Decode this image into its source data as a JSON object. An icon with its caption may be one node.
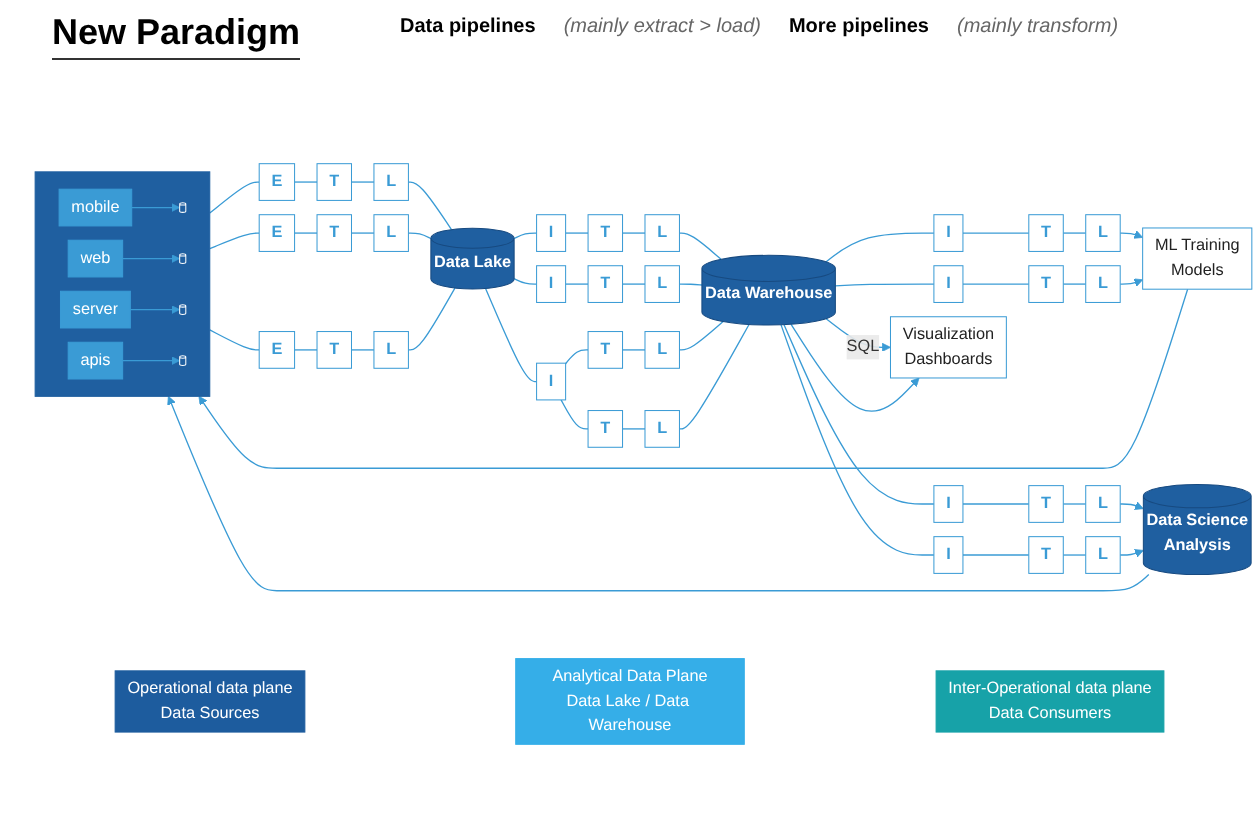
{
  "diagram": {
    "title": "New Paradigm",
    "nodes": [
      {
        "text": [],
        "shape": "box"
      },
      {
        "text": [
          "mobile"
        ],
        "in": 0
      },
      {
        "text": [],
        "shape": "cylinder",
        "in": 0
      },
      {
        "text": [
          "web"
        ],
        "in": 0
      },
      {
        "text": [],
        "shape": "cylinder",
        "in": 0
      },
      {
        "text": [
          "server"
        ],
        "in": 0
      },
      {
        "text": [],
        "shape": "cylinder",
        "in": 0
      },
      {
        "text": [
          "apis"
        ],
        "in": 0
      },
      {
        "text": [],
        "shape": "cylinder",
        "in": 0
      },
      {
        "text": [
          "E"
        ]
      },
      {
        "text": [
          "T"
        ]
      },
      {
        "text": [
          "L"
        ]
      },
      {
        "text": [
          "E"
        ]
      },
      {
        "text": [
          "T"
        ]
      },
      {
        "text": [
          "L"
        ]
      },
      {
        "text": [
          "E"
        ]
      },
      {
        "text": [
          "T"
        ]
      },
      {
        "text": [
          "L"
        ]
      },
      {
        "text": [
          "Data Lake"
        ]
      },
      {
        "text": [
          "I"
        ]
      },
      {
        "text": [
          "T"
        ]
      },
      {
        "text": [
          "L"
        ]
      },
      {
        "text": [
          "I"
        ]
      },
      {
        "text": [
          "T"
        ]
      },
      {
        "text": [
          "L"
        ]
      },
      {
        "text": [
          "I"
        ]
      },
      {
        "text": [
          "T"
        ]
      },
      {
        "text": [
          "L"
        ]
      },
      {
        "text": [
          "T"
        ]
      },
      {
        "text": [
          "L"
        ]
      },
      {
        "text": [
          "Data Warehouse"
        ]
      },
      {
        "text": [
          "I"
        ]
      },
      {
        "text": [
          "T"
        ]
      },
      {
        "text": [
          "L"
        ]
      },
      {
        "text": [
          "I"
        ]
      },
      {
        "text": [
          "T"
        ]
      },
      {
        "text": [
          "L"
        ]
      },
      {
        "text": [
          "ML Training",
          "Models"
        ]
      },
      {
        "text": [
          "Visualization",
          "Dashboards"
        ]
      },
      {
        "text": [
          "I"
        ]
      },
      {
        "text": [
          "T"
        ]
      },
      {
        "text": [
          "L"
        ]
      },
      {
        "text": [
          "I"
        ]
      },
      {
        "text": [
          "T"
        ]
      },
      {
        "text": [
          "L"
        ]
      },
      {
        "text": [
          "Data Science",
          "Analysis"
        ]
      },
      {
        "text": [
          "Operational data plane",
          "Data Sources"
        ]
      },
      {
        "text": [
          "Analytical Data Plane",
          "Data Lake / Data Warehouse"
        ]
      },
      {
        "text": [
          "Inter-Operational data plane",
          "Data Consumers"
        ]
      }
    ],
    "edges": [
      {
        "from": 1,
        "to": 2,
        "arrow": "to"
      },
      {
        "from": 3,
        "to": 4,
        "arrow": "to"
      },
      {
        "from": 5,
        "to": 6,
        "arrow": "to"
      },
      {
        "from": 7,
        "to": 8,
        "arrow": "to"
      },
      {
        "from": 0,
        "to": 9,
        "arrow": "none"
      },
      {
        "from": 9,
        "to": 10,
        "arrow": "none"
      },
      {
        "from": 10,
        "to": 11,
        "arrow": "none"
      },
      {
        "from": 11,
        "to": 18,
        "arrow": "none"
      },
      {
        "from": 0,
        "to": 12,
        "arrow": "none"
      },
      {
        "from": 12,
        "to": 13,
        "arrow": "none"
      },
      {
        "from": 13,
        "to": 14,
        "arrow": "none"
      },
      {
        "from": 14,
        "to": 18,
        "arrow": "none"
      },
      {
        "from": 0,
        "to": 15,
        "arrow": "none"
      },
      {
        "from": 15,
        "to": 16,
        "arrow": "none"
      },
      {
        "from": 16,
        "to": 17,
        "arrow": "none"
      },
      {
        "from": 17,
        "to": 18,
        "arrow": "none"
      },
      {
        "from": 18,
        "to": 19,
        "arrow": "none"
      },
      {
        "from": 19,
        "to": 20,
        "arrow": "none"
      },
      {
        "from": 20,
        "to": 21,
        "arrow": "none"
      },
      {
        "from": 21,
        "to": 30,
        "arrow": "none"
      },
      {
        "from": 18,
        "to": 22,
        "arrow": "none"
      },
      {
        "from": 22,
        "to": 23,
        "arrow": "none"
      },
      {
        "from": 23,
        "to": 24,
        "arrow": "none"
      },
      {
        "from": 24,
        "to": 30,
        "arrow": "none"
      },
      {
        "from": 18,
        "to": 25,
        "arrow": "none"
      },
      {
        "from": 25,
        "to": 26,
        "arrow": "none"
      },
      {
        "from": 26,
        "to": 27,
        "arrow": "none"
      },
      {
        "from": 27,
        "to": 30,
        "arrow": "none"
      },
      {
        "from": 25,
        "to": 28,
        "arrow": "none"
      },
      {
        "from": 28,
        "to": 29,
        "arrow": "none"
      },
      {
        "from": 29,
        "to": 30,
        "arrow": "none"
      },
      {
        "from": 30,
        "to": 31,
        "arrow": "none"
      },
      {
        "from": 31,
        "to": 32,
        "arrow": "none"
      },
      {
        "from": 32,
        "to": 33,
        "arrow": "none"
      },
      {
        "from": 33,
        "to": 37,
        "arrow": "to"
      },
      {
        "from": 30,
        "to": 34,
        "arrow": "none"
      },
      {
        "from": 34,
        "to": 35,
        "arrow": "none"
      },
      {
        "from": 35,
        "to": 36,
        "arrow": "none"
      },
      {
        "from": 36,
        "to": 37,
        "arrow": "to"
      },
      {
        "from": 30,
        "to": 38,
        "arrow": "to",
        "label": "SQL"
      },
      {
        "from": 30,
        "to": 38,
        "arrow": "to"
      },
      {
        "from": 30,
        "to": 39,
        "arrow": "none"
      },
      {
        "from": 39,
        "to": 40,
        "arrow": "none"
      },
      {
        "from": 40,
        "to": 41,
        "arrow": "none"
      },
      {
        "from": 41,
        "to": 45,
        "arrow": "to"
      },
      {
        "from": 30,
        "to": 42,
        "arrow": "none"
      },
      {
        "from": 42,
        "to": 43,
        "arrow": "none"
      },
      {
        "from": 43,
        "to": 44,
        "arrow": "none"
      },
      {
        "from": 44,
        "to": 45,
        "arrow": "to"
      },
      {
        "from": 37,
        "to": 0,
        "arrow": "to"
      },
      {
        "from": 45,
        "to": 0,
        "arrow": "to"
      }
    ],
    "labels": [
      "Data pipelines",
      "(mainly extract > load)",
      "More pipelines",
      "(mainly transform)"
    ]
  }
}
